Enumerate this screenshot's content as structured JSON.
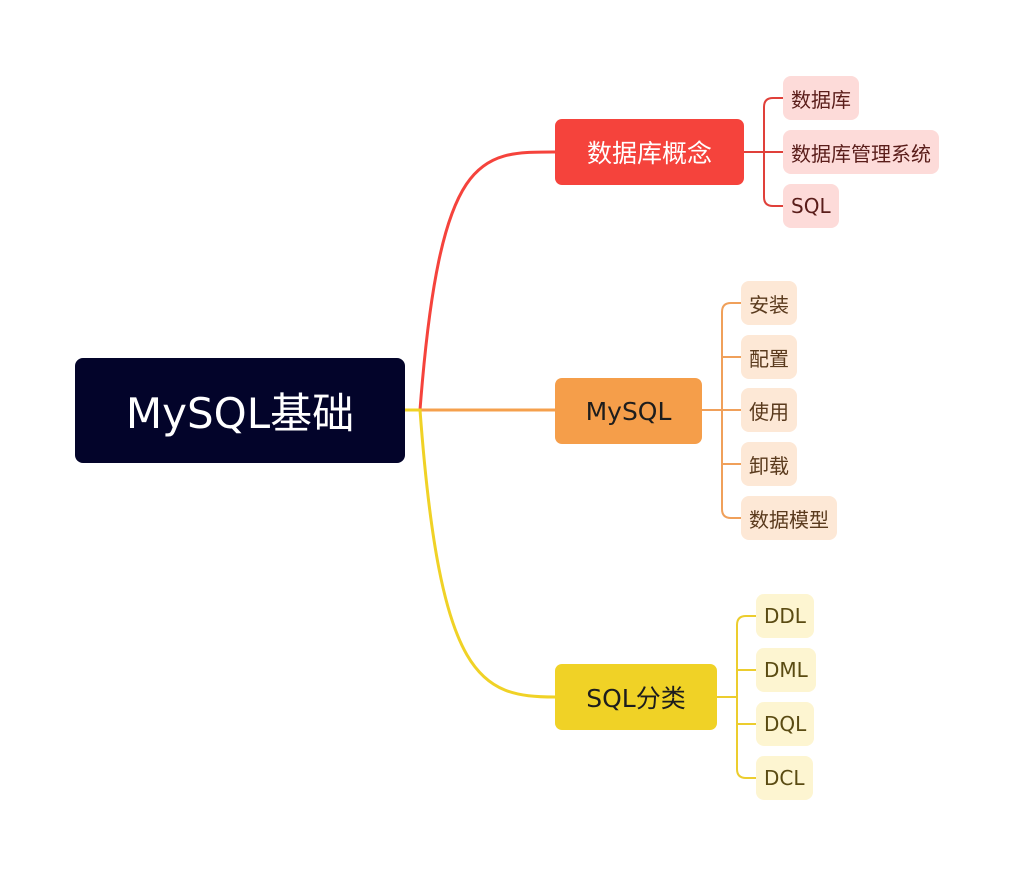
{
  "root": {
    "label": "MySQL基础"
  },
  "branches": [
    {
      "label": "数据库概念",
      "color": "#f5433c",
      "children": [
        "数据库",
        "数据库管理系统",
        "SQL"
      ]
    },
    {
      "label": "MySQL",
      "color": "#f59e4a",
      "children": [
        "安装",
        "配置",
        "使用",
        "卸载",
        "数据模型"
      ]
    },
    {
      "label": "SQL分类",
      "color": "#f0d226",
      "children": [
        "DDL",
        "DML",
        "DQL",
        "DCL"
      ]
    }
  ],
  "colors": {
    "root_bg": "#03042a",
    "background": "#ffffff"
  }
}
